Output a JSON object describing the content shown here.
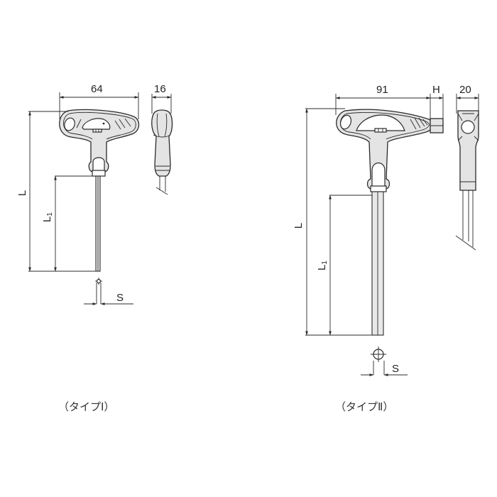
{
  "figure": {
    "description": "Dimension drawing of T-handle hex keys (two types)",
    "line_color": "#2a2a2a",
    "fill_color": "#e4e4e4"
  },
  "type1": {
    "caption": "（タイプⅠ）",
    "dimensions": {
      "handle_width": "64",
      "handle_thickness": "16",
      "overall_length": "L",
      "shaft_length": "L1",
      "hex_size": "S"
    }
  },
  "type2": {
    "caption": "（タイプⅡ）",
    "dimensions": {
      "handle_width": "91",
      "hex_socket": "H",
      "handle_thickness": "20",
      "overall_length": "L",
      "shaft_length": "L1",
      "hex_size": "S"
    }
  }
}
